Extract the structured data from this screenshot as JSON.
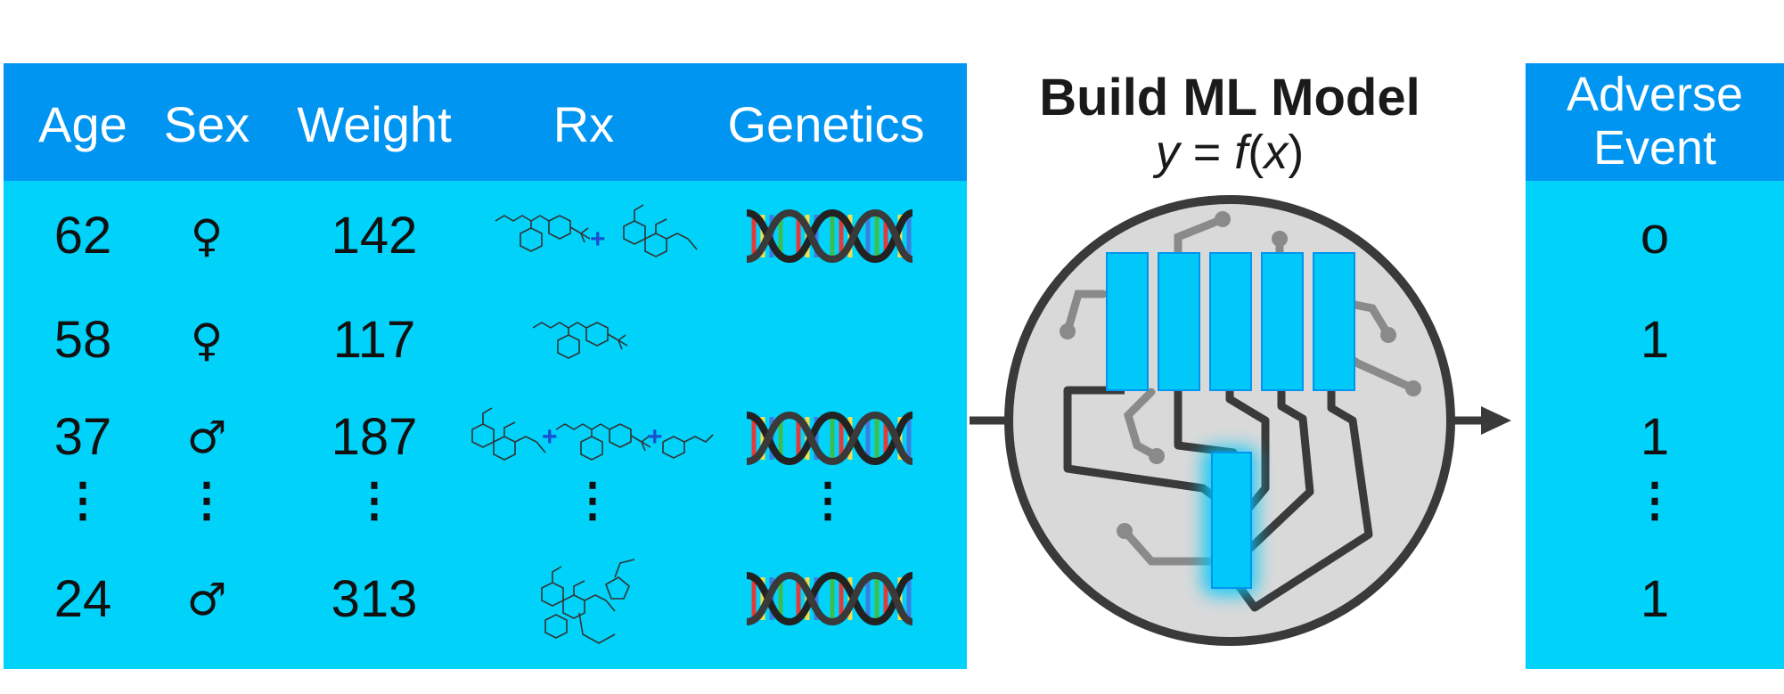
{
  "table": {
    "columns": [
      "Age",
      "Sex",
      "Weight",
      "Rx",
      "Genetics"
    ],
    "rows": [
      {
        "age": "62",
        "sex": "♀",
        "weight": "142"
      },
      {
        "age": "58",
        "sex": "♀",
        "weight": "117"
      },
      {
        "age": "37",
        "sex": "♂",
        "weight": "187"
      },
      {
        "age": "24",
        "sex": "♂",
        "weight": "313"
      }
    ],
    "ellipsis": "⋮"
  },
  "model": {
    "title": "Build ML Model",
    "equation": {
      "y": "y",
      "eq": " = ",
      "f": "f",
      "lp": "(",
      "x": "x",
      "rp": ")"
    }
  },
  "outcome": {
    "header_line1": "Adverse",
    "header_line2": "Event",
    "values": [
      "o",
      "1",
      "1",
      "1"
    ],
    "ellipsis": "⋮"
  },
  "colors": {
    "header_blue": "#0095f0",
    "cell_cyan": "#00d2fa",
    "node_blue": "#00c8f8",
    "circle_fill": "#d9d9d9",
    "stroke_dark": "#3a3a3a",
    "stroke_gray": "#8a8a8a"
  },
  "icons": [
    "dna-icon",
    "molecule-icon",
    "female-icon",
    "male-icon",
    "circuit-icon",
    "arrow-icon"
  ]
}
